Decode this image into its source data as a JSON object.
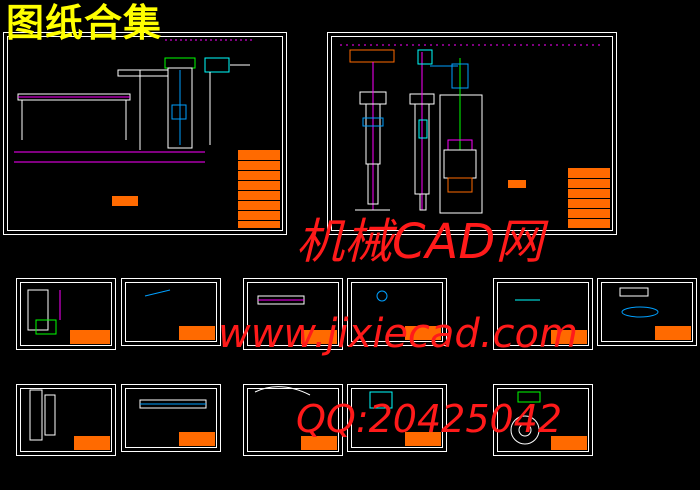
{
  "page_title": "图纸合集",
  "watermark": {
    "brand": "机械CAD网",
    "url": "www.jixiecad.com",
    "qq": "QQ:20425042"
  },
  "colors": {
    "background": "#000000",
    "sheet_border": "#ffffff",
    "title_block": "#ff6a00",
    "title_text": "#ffff00",
    "watermark": "#ff1a1a",
    "drawing_line": "#ffffff",
    "dimension_line": "#ff00ff",
    "part_accent": "#00a0ff",
    "cyan_accent": "#00ffff",
    "green_accent": "#00ff00"
  },
  "sheets": [
    {
      "id": "assembly-1"
    },
    {
      "id": "assembly-2"
    },
    {
      "id": "part-1"
    },
    {
      "id": "part-2"
    },
    {
      "id": "part-3"
    },
    {
      "id": "part-4"
    },
    {
      "id": "part-5"
    },
    {
      "id": "part-6"
    },
    {
      "id": "part-7"
    },
    {
      "id": "part-8"
    },
    {
      "id": "part-9"
    },
    {
      "id": "part-10"
    },
    {
      "id": "part-11"
    }
  ]
}
